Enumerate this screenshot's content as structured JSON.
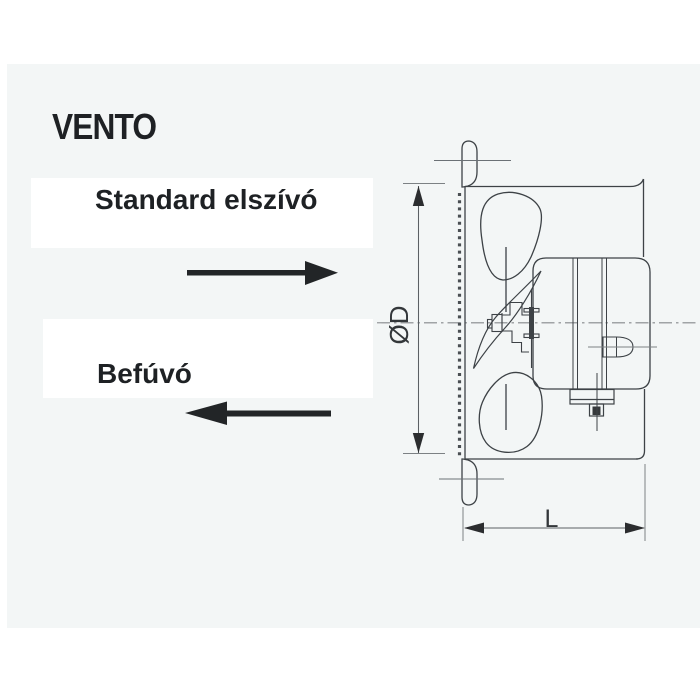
{
  "brand": "VENTO",
  "flow_modes": [
    {
      "label": "Standard elszívó",
      "direction": "right"
    },
    {
      "label": "Befúvó",
      "direction": "left"
    }
  ],
  "dimensions": {
    "diameter_label": "ØD",
    "length_label": "L"
  },
  "colors": {
    "panel_background": "#f3f6f6",
    "band_background": "#ffffff",
    "line": "#3d4246",
    "dimension_line": "#5b6064",
    "text": "#1e2124"
  }
}
